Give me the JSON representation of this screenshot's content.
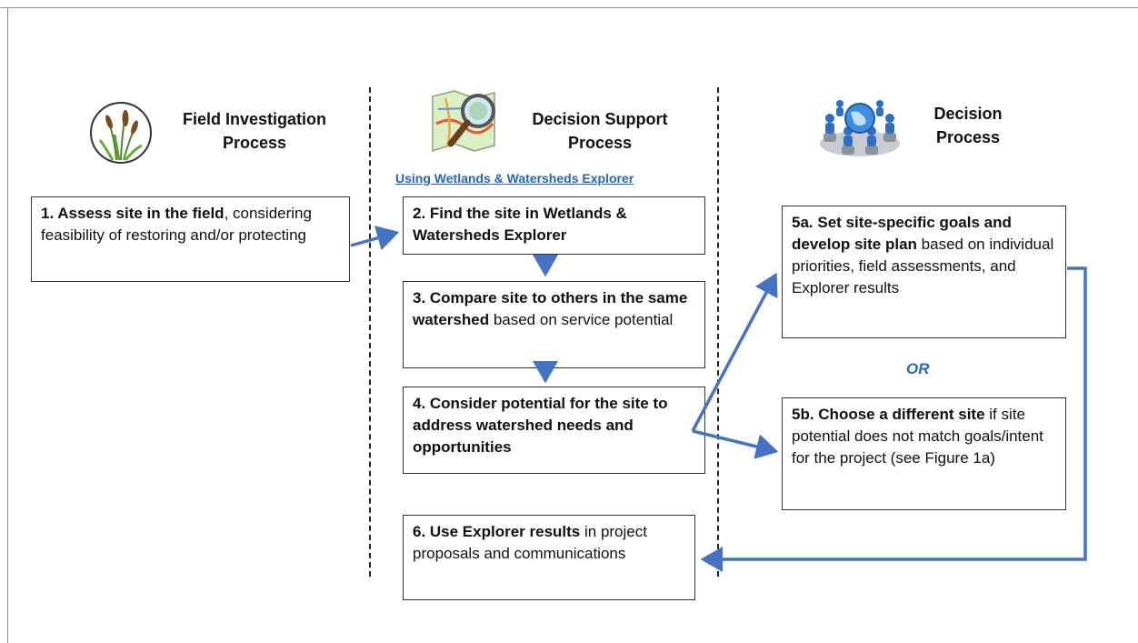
{
  "columns": {
    "field": {
      "title_line1": "Field Investigation",
      "title_line2": "Process",
      "icon": "cattail-icon"
    },
    "support": {
      "title_line1": "Decision Support",
      "title_line2": "Process",
      "icon": "map-magnifier-icon",
      "link": "Using Wetlands & Watersheds Explorer"
    },
    "decision": {
      "title_line1": "Decision",
      "title_line2": "Process",
      "icon": "globe-network-icon"
    }
  },
  "steps": {
    "s1": {
      "bold": "1. Assess site in the field",
      "rest": ", considering feasibility of restoring and/or protecting"
    },
    "s2": {
      "bold": "2. Find the site in Wetlands & Watersheds Explorer",
      "rest": ""
    },
    "s3": {
      "bold": "3. Compare site to others in the same watershed",
      "rest": " based on service potential"
    },
    "s4": {
      "bold": "4. Consider potential for the site to address watershed needs and opportunities",
      "rest": ""
    },
    "s5a": {
      "bold": "5a. Set site-specific goals and develop site plan",
      "rest": " based on individual priorities, field assessments, and Explorer results"
    },
    "s5b": {
      "bold": "5b. Choose a different site",
      "rest": " if site potential does not match goals/intent for the project (see Figure 1a)"
    },
    "s6": {
      "bold": "6. Use Explorer results",
      "rest": " in project proposals and communications"
    }
  },
  "or_label": "OR",
  "colors": {
    "arrow": "#4472c4",
    "link": "#1f66c4",
    "or": "#2c6ab5"
  }
}
